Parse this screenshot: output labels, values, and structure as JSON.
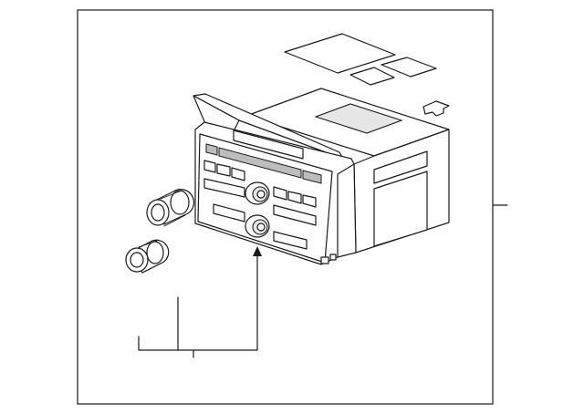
{
  "diagram": {
    "parts": [
      {
        "id": "radio-unit",
        "label": ""
      },
      {
        "id": "knob-upper",
        "label": ""
      },
      {
        "id": "knob-lower",
        "label": ""
      },
      {
        "id": "label-large",
        "label": ""
      },
      {
        "id": "label-small-left",
        "label": ""
      },
      {
        "id": "label-small-right",
        "label": ""
      },
      {
        "id": "clip",
        "label": ""
      }
    ],
    "colors": {
      "line": "#1a1a1a",
      "background": "#ffffff",
      "shade": "#e6e6e6"
    }
  }
}
